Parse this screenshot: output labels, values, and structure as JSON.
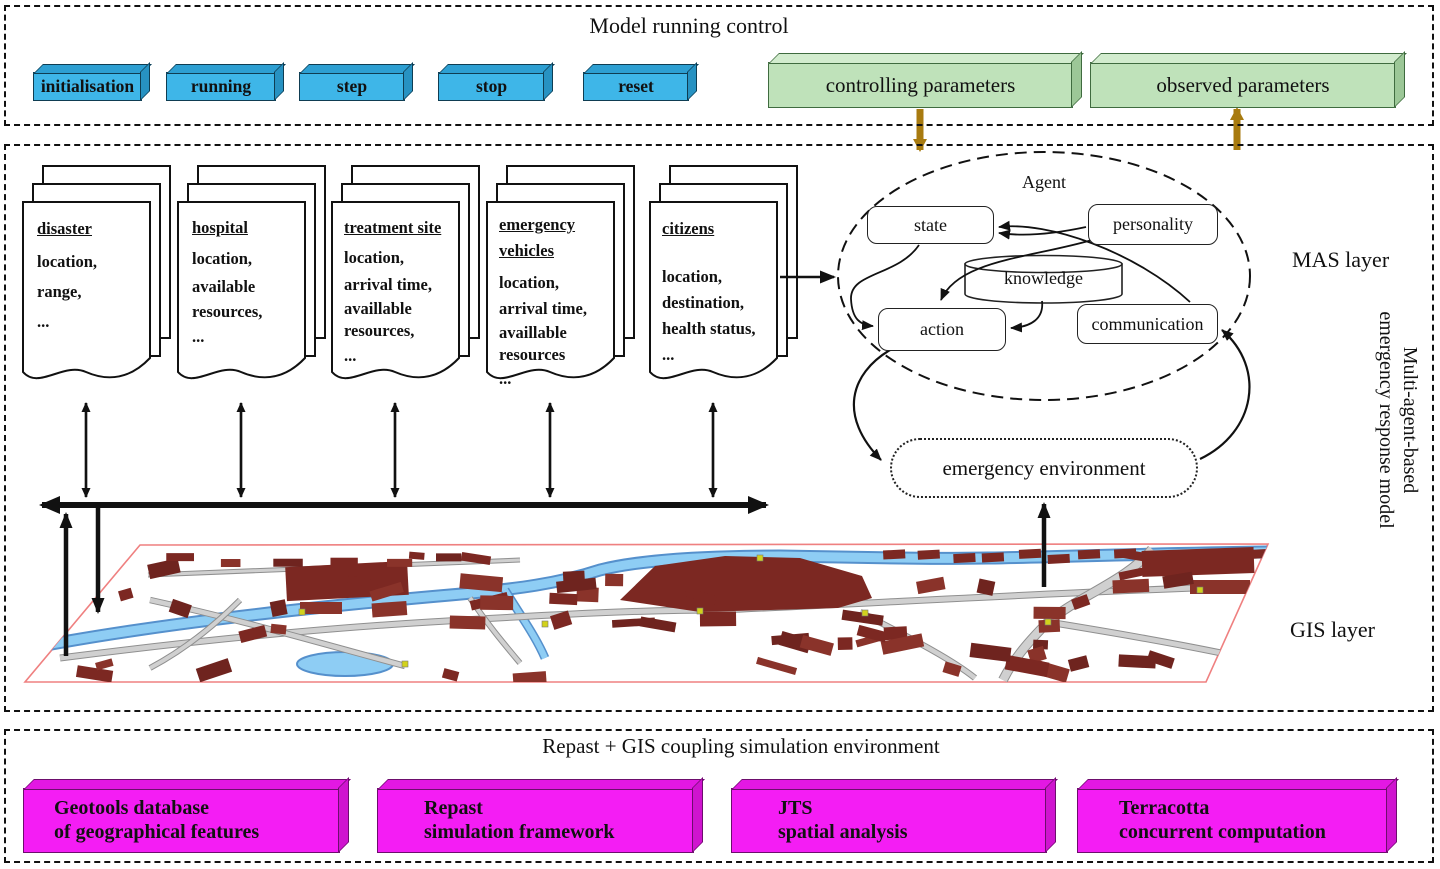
{
  "top_section": {
    "title": "Model running control",
    "buttons": [
      "initialisation",
      "running",
      "step",
      "stop",
      "reset"
    ],
    "parameters": [
      {
        "label": "controlling parameters",
        "arrow": "down"
      },
      {
        "label": "observed parameters",
        "arrow": "up"
      }
    ]
  },
  "mas": {
    "layer_label": "MAS layer",
    "gis_label": "GIS layer",
    "side_label_lines": [
      "Multi-agent-based",
      "emergency response model"
    ],
    "documents": [
      {
        "title_lines": [
          "disaster"
        ],
        "body_lines": [
          "location,",
          "range,",
          "..."
        ]
      },
      {
        "title_lines": [
          "hospital"
        ],
        "body_lines": [
          "location,",
          "available",
          "resources,",
          "..."
        ]
      },
      {
        "title_lines": [
          "treatment site"
        ],
        "body_lines": [
          "location,",
          "arrival time,",
          "availlable",
          "resources,",
          "..."
        ]
      },
      {
        "title_lines": [
          "emergency",
          "vehicles"
        ],
        "body_lines": [
          "location,",
          "arrival time,",
          "availlable",
          "resources",
          "..."
        ]
      },
      {
        "title_lines": [
          "citizens"
        ],
        "body_lines": [
          "location,",
          "destination,",
          "health status,",
          "..."
        ]
      }
    ],
    "agent": {
      "label": "Agent",
      "nodes": {
        "state": "state",
        "personality": "personality",
        "knowledge": "knowledge",
        "action": "action",
        "communication": "communication"
      },
      "environment": "emergency environment"
    }
  },
  "bottom_section": {
    "title": "Repast + GIS coupling simulation environment",
    "boxes": [
      {
        "lines": [
          "Geotools database",
          "of geographical features"
        ]
      },
      {
        "lines": [
          "Repast",
          "simulation framework"
        ]
      },
      {
        "lines": [
          "JTS",
          "spatial analysis"
        ]
      },
      {
        "lines": [
          "Terracotta",
          "concurrent computation"
        ]
      }
    ]
  },
  "colors": {
    "button_blue": "#3eb6e8",
    "parameter_green": "#bfe2ba",
    "framework_magenta": "#f41df4",
    "parameter_arrow_gold": "#a87b10",
    "map_border_red": "#ef8080",
    "river_blue": "#8ecdf4",
    "building_maroon": "#7c2822",
    "road_gray": "#cfcfcf"
  }
}
